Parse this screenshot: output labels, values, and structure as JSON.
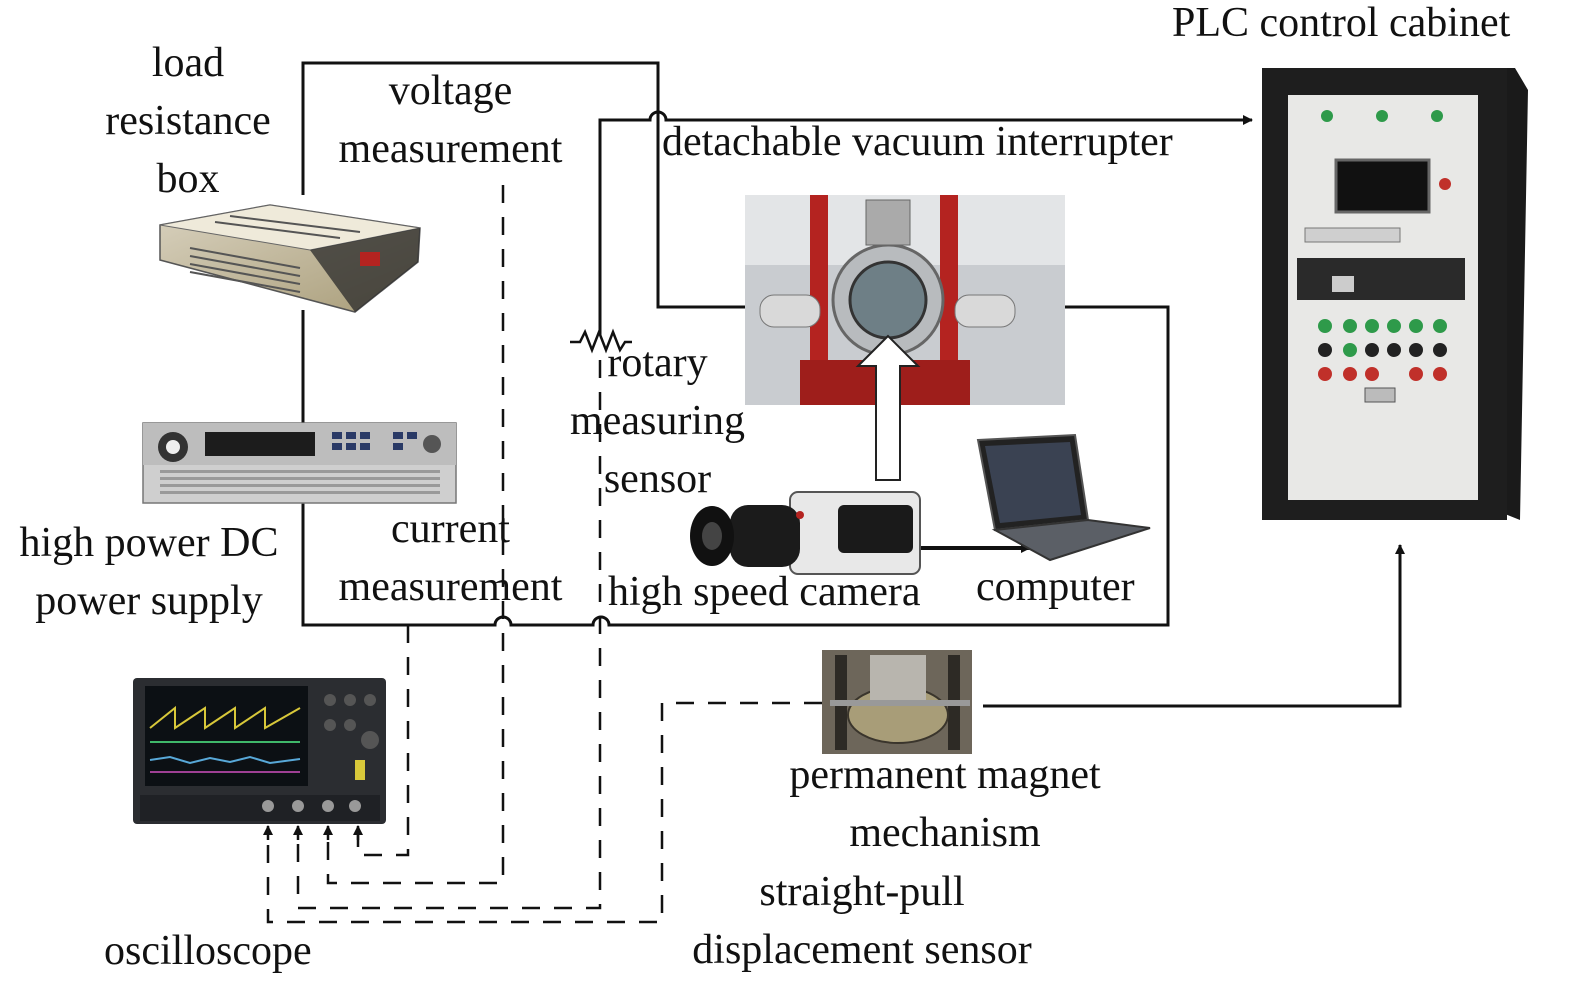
{
  "labels": {
    "load_resistance_box": [
      "load",
      "resistance",
      "box"
    ],
    "voltage_measurement": [
      "voltage",
      "measurement"
    ],
    "plc_control_cabinet": "PLC control cabinet",
    "detachable_vacuum_interrupter": "detachable vacuum interrupter",
    "rotary_measuring_sensor": [
      "rotary",
      "measuring",
      "sensor"
    ],
    "high_power_dc_power_supply": [
      "high power DC",
      "power supply"
    ],
    "current_measurement": [
      "current",
      "measurement"
    ],
    "high_speed_camera": "high speed camera",
    "computer": "computer",
    "permanent_magnet_mechanism": [
      "permanent magnet",
      "mechanism"
    ],
    "straight_pull_displacement_sensor": [
      "straight-pull",
      "displacement sensor"
    ],
    "oscilloscope": "oscilloscope"
  },
  "colors": {
    "line": "#111111",
    "cabinet_panel": "#e8e8e6",
    "cabinet_frame": "#1a1a1a",
    "frame_red": "#b42320",
    "button_green": "#2e9a4a",
    "button_red": "#c0302a",
    "screen_yellow": "#d8c83a",
    "screen_green": "#3fb86a",
    "screen_cyan": "#58a8d8",
    "screen_magenta": "#d050c0"
  }
}
